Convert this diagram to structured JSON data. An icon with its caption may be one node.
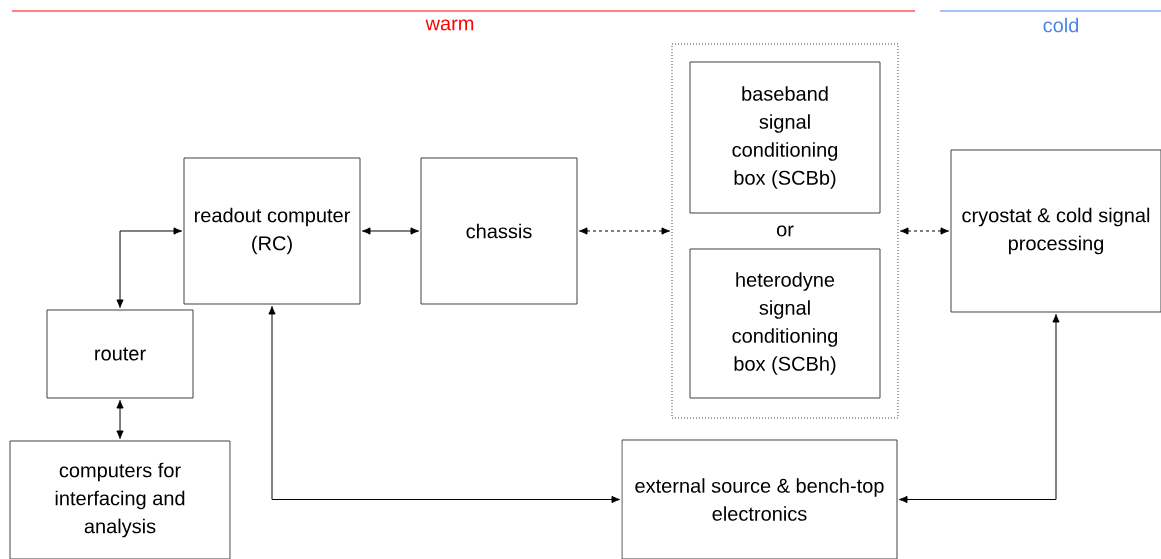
{
  "diagram": {
    "nodes": [
      {
        "text": [
          "readout computer (RC)"
        ]
      },
      {
        "text": [
          "chassis"
        ]
      },
      {
        "text": [
          "or"
        ]
      },
      {
        "text": [
          "baseband signal conditioning box (SCBb)"
        ],
        "in": 2
      },
      {
        "text": [
          "heterodyne signal conditioning box (SCBh)"
        ],
        "in": 2
      },
      {
        "text": [
          "cryostat & cold signal processing"
        ]
      },
      {
        "text": [
          "router"
        ]
      },
      {
        "text": [
          "computers for interfacing and analysis"
        ]
      },
      {
        "text": [
          "external source & bench-top electronics"
        ]
      }
    ],
    "edges": [
      {
        "from": 0,
        "to": 1,
        "arrow": "both"
      },
      {
        "from": 1,
        "to": 2,
        "arrow": "both",
        "style": "dashed"
      },
      {
        "from": 2,
        "to": 5,
        "arrow": "both",
        "style": "dashed"
      },
      {
        "from": 0,
        "to": 6,
        "arrow": "both"
      },
      {
        "from": 6,
        "to": 7,
        "arrow": "both"
      },
      {
        "from": 8,
        "to": 0,
        "arrow": "both"
      },
      {
        "from": 8,
        "to": 5,
        "arrow": "both"
      }
    ],
    "labels": [
      "warm",
      "cold"
    ]
  }
}
